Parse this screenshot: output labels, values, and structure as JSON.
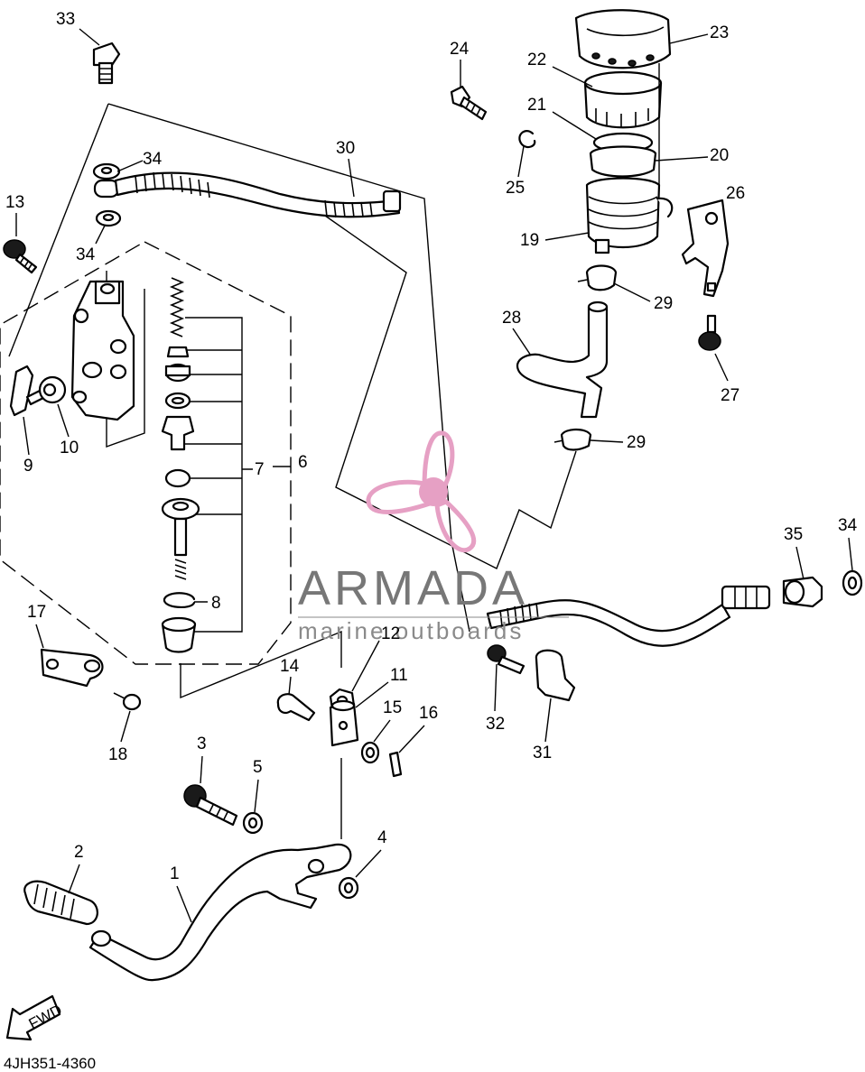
{
  "diagram": {
    "code": "4JH351-4360",
    "fwd_label": "FWD",
    "labels": [
      "1",
      "2",
      "3",
      "4",
      "5",
      "6",
      "7",
      "8",
      "9",
      "10",
      "11",
      "12",
      "13",
      "14",
      "15",
      "16",
      "17",
      "18",
      "19",
      "20",
      "21",
      "22",
      "23",
      "24",
      "25",
      "26",
      "27",
      "28",
      "29",
      "29",
      "30",
      "31",
      "32",
      "33",
      "34",
      "34",
      "34",
      "35"
    ]
  },
  "watermark": {
    "brand": "ARMADA",
    "subtitle": "marine outboards",
    "accent_color": "#e6a0c4"
  }
}
